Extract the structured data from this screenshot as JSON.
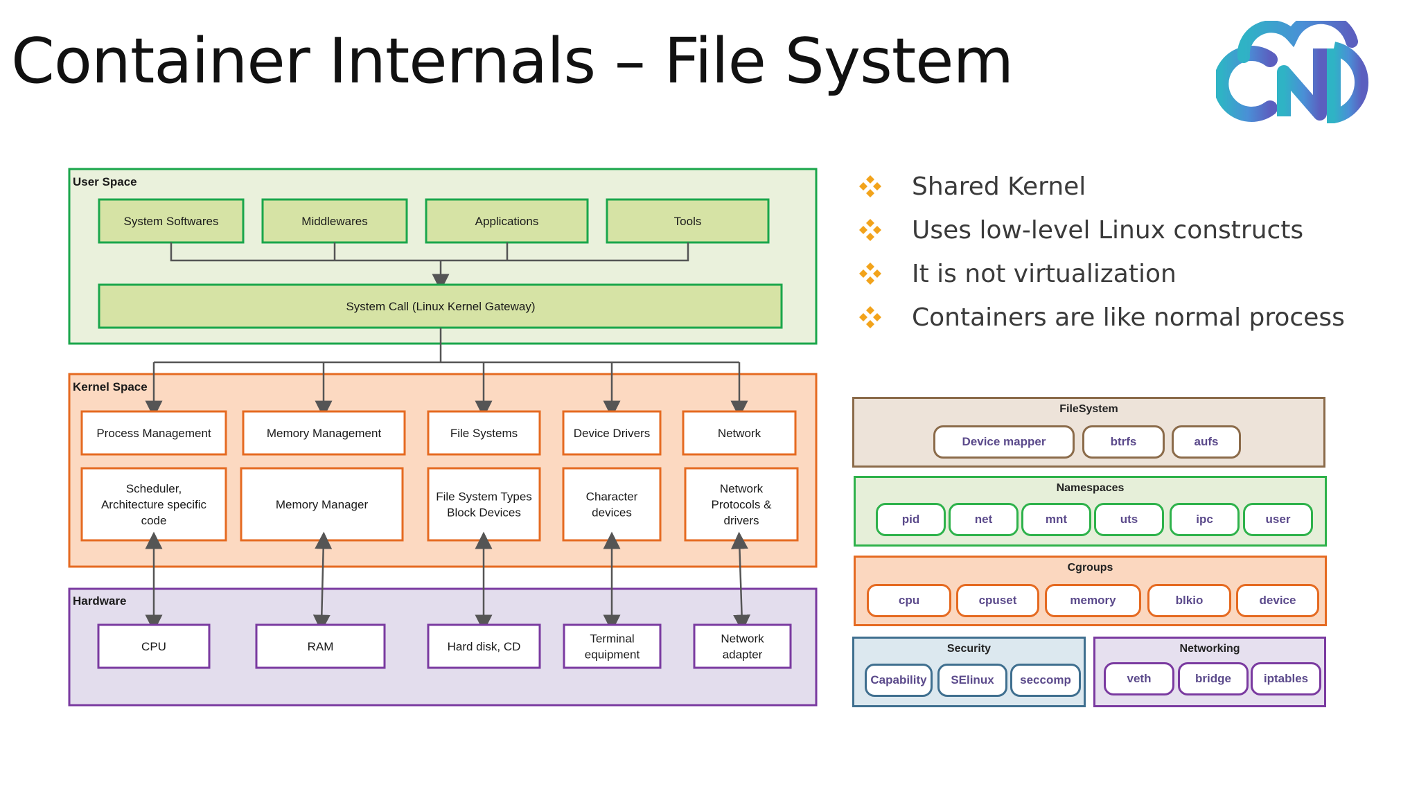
{
  "slide": {
    "title": "Container Internals – File System"
  },
  "diagram": {
    "user_space": {
      "label": "User Space",
      "boxes": [
        "System Softwares",
        "Middlewares",
        "Applications",
        "Tools"
      ],
      "syscall": "System Call (Linux Kernel Gateway)"
    },
    "kernel_space": {
      "label": "Kernel Space",
      "top": [
        "Process Management",
        "Memory Management",
        "File Systems",
        "Device Drivers",
        "Network"
      ],
      "bottom": [
        [
          "Scheduler,",
          "Architecture specific",
          "code"
        ],
        [
          "Memory Manager"
        ],
        [
          "File System Types",
          "Block Devices"
        ],
        [
          "Character",
          "devices"
        ],
        [
          "Network",
          "Protocols &",
          "drivers"
        ]
      ]
    },
    "hardware": {
      "label": "Hardware",
      "boxes": [
        [
          "CPU"
        ],
        [
          "RAM"
        ],
        [
          "Hard disk, CD"
        ],
        [
          "Terminal",
          "equipment"
        ],
        [
          "Network",
          "adapter"
        ]
      ]
    },
    "colors": {
      "green_border": "#1aa64b",
      "green_fill": "#eaf1dc",
      "green_box": "#d6e3a5",
      "orange_border": "#e56a21",
      "orange_fill": "#fcd9c1",
      "purple_border": "#7a3aa0",
      "purple_fill": "#e3dded",
      "arrow": "#555555"
    }
  },
  "bullets": {
    "icon": "four-diamond-bullet-icon",
    "color": "#f2a31b",
    "items": [
      "Shared Kernel",
      "Uses low-level Linux constructs",
      "It is not virtualization",
      "Containers are like normal process"
    ]
  },
  "panels": {
    "filesystem": {
      "title": "FileSystem",
      "items": [
        "Device mapper",
        "btrfs",
        "aufs"
      ],
      "border": "#8b6b4a",
      "fill": "#ede3d9",
      "pill_color": "#5b4a8b"
    },
    "namespaces": {
      "title": "Namespaces",
      "items": [
        "pid",
        "net",
        "mnt",
        "uts",
        "ipc",
        "user"
      ],
      "border": "#2eb24b",
      "fill": "#e6efd9",
      "pill_color": "#5b4a8b"
    },
    "cgroups": {
      "title": "Cgroups",
      "items": [
        "cpu",
        "cpuset",
        "memory",
        "blkio",
        "device"
      ],
      "border": "#e56a21",
      "fill": "#fbd7bf",
      "pill_color": "#5b4a8b"
    },
    "security": {
      "title": "Security",
      "items": [
        "Capability",
        "SElinux",
        "seccomp"
      ],
      "border": "#3f6f8f",
      "fill": "#dce8ef",
      "pill_color": "#5b4a8b"
    },
    "networking": {
      "title": "Networking",
      "items": [
        "veth",
        "bridge",
        "iptables"
      ],
      "border": "#7a3aa0",
      "fill": "#e6e0ef",
      "pill_color": "#5b4a8b"
    }
  }
}
